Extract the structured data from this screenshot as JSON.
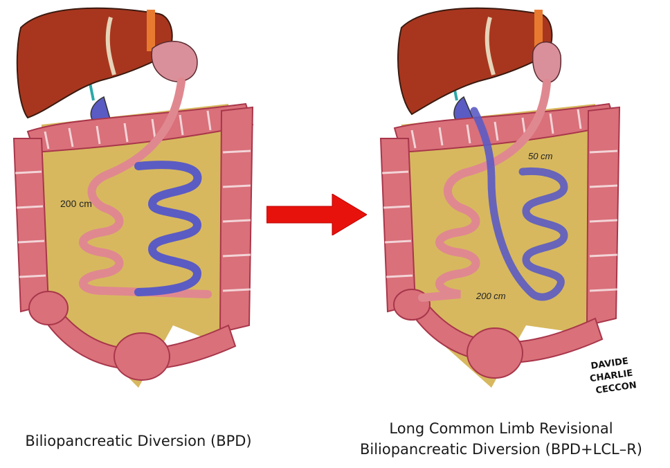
{
  "left_panel": {
    "common_limb_label": "200 cm",
    "caption": "Biliopancreatic Diversion (BPD)"
  },
  "right_panel": {
    "upper_label": "50 cm",
    "lower_label": "200 cm",
    "caption_line1": "Long Common Limb Revisional",
    "caption_line2": "Biliopancreatic Diversion (BPD+LCL–R)"
  },
  "signature": [
    "DAVIDE",
    "CHARLIE",
    "CECCON"
  ],
  "colors": {
    "liver": "#a8361e",
    "colon": "#d9707a",
    "colon_dark": "#a8364a",
    "mesentery": "#c9a02a",
    "alimentary_limb": "#e08890",
    "biliopancreatic_limb": "#5b5bc4",
    "arrow": "#e8120c"
  }
}
